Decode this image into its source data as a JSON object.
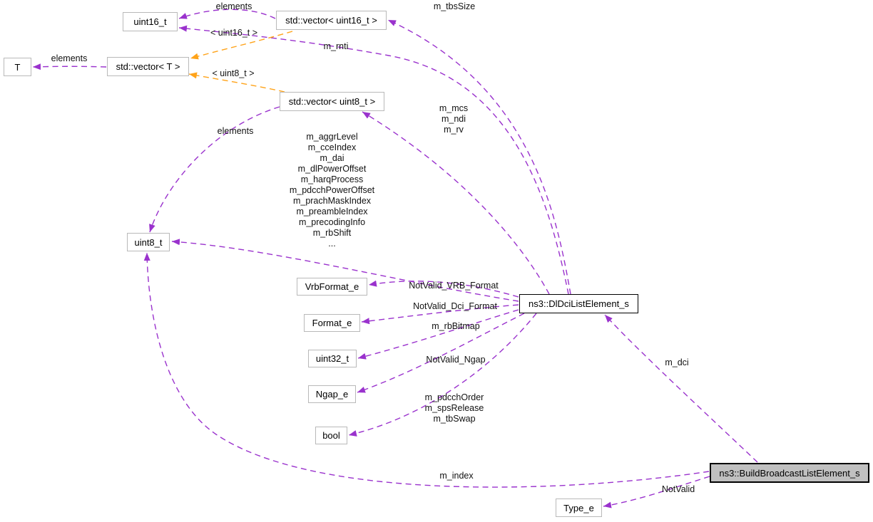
{
  "diagram": {
    "kind": "collaboration-graph",
    "colors": {
      "usage_edge": "#9a32cd",
      "template_edge": "#ffa319",
      "node_border": "#b9b9b9",
      "focus_node_border": "#000000",
      "focus_node_fill": "#c0c0c0",
      "background": "#ffffff"
    }
  },
  "nodes": {
    "t": {
      "label": "T"
    },
    "vector_t": {
      "label": "std::vector< T >"
    },
    "uint16": {
      "label": "uint16_t"
    },
    "vector_uint16": {
      "label": "std::vector< uint16_t >"
    },
    "vector_uint8": {
      "label": "std::vector< uint8_t >"
    },
    "uint8": {
      "label": "uint8_t"
    },
    "vrbformat": {
      "label": "VrbFormat_e"
    },
    "format": {
      "label": "Format_e"
    },
    "uint32": {
      "label": "uint32_t"
    },
    "ngap": {
      "label": "Ngap_e"
    },
    "bool": {
      "label": "bool"
    },
    "dldci": {
      "label": "ns3::DlDciListElement_s"
    },
    "buildbroadcast": {
      "label": "ns3::BuildBroadcastListElement_s"
    },
    "type_e": {
      "label": "Type_e"
    }
  },
  "edges": [
    {
      "from": "vector_uint16",
      "to": "uint16",
      "label": "elements",
      "type": "usage"
    },
    {
      "from": "dldci",
      "to": "uint16",
      "label": "m_rnti",
      "type": "usage"
    },
    {
      "from": "dldci",
      "to": "vector_uint16",
      "label": "m_tbsSize",
      "type": "usage"
    },
    {
      "from": "dldci",
      "to": "vector_uint8",
      "label": "m_mcs\nm_ndi\nm_rv",
      "type": "usage"
    },
    {
      "from": "vector_uint8",
      "to": "uint8",
      "label": "elements",
      "type": "usage"
    },
    {
      "from": "dldci",
      "to": "uint8",
      "label": "m_aggrLevel\nm_cceIndex\nm_dai\nm_dlPowerOffset\nm_harqProcess\nm_pdcchPowerOffset\nm_prachMaskIndex\nm_preambleIndex\nm_precodingInfo\nm_rbShift\n...",
      "type": "usage"
    },
    {
      "from": "dldci",
      "to": "vrbformat",
      "label": "NotValid_VRB_Format",
      "type": "usage"
    },
    {
      "from": "dldci",
      "to": "format",
      "label": "NotValid_Dci_Format",
      "type": "usage"
    },
    {
      "from": "dldci",
      "to": "uint32",
      "label": "m_rbBitmap",
      "type": "usage"
    },
    {
      "from": "dldci",
      "to": "ngap",
      "label": "NotValid_Ngap",
      "type": "usage"
    },
    {
      "from": "dldci",
      "to": "bool",
      "label": "m_pdcchOrder\nm_spsRelease\nm_tbSwap",
      "type": "usage"
    },
    {
      "from": "buildbroadcast",
      "to": "dldci",
      "label": "m_dci",
      "type": "usage"
    },
    {
      "from": "buildbroadcast",
      "to": "uint8",
      "label": "m_index",
      "type": "usage"
    },
    {
      "from": "buildbroadcast",
      "to": "type_e",
      "label": "NotValid",
      "type": "usage"
    },
    {
      "from": "vector_t",
      "to": "t",
      "label": "elements",
      "type": "usage"
    },
    {
      "from": "vector_uint16",
      "to": "vector_t",
      "label": "< uint16_t >",
      "type": "template"
    },
    {
      "from": "vector_uint8",
      "to": "vector_t",
      "label": "< uint8_t >",
      "type": "template"
    }
  ]
}
